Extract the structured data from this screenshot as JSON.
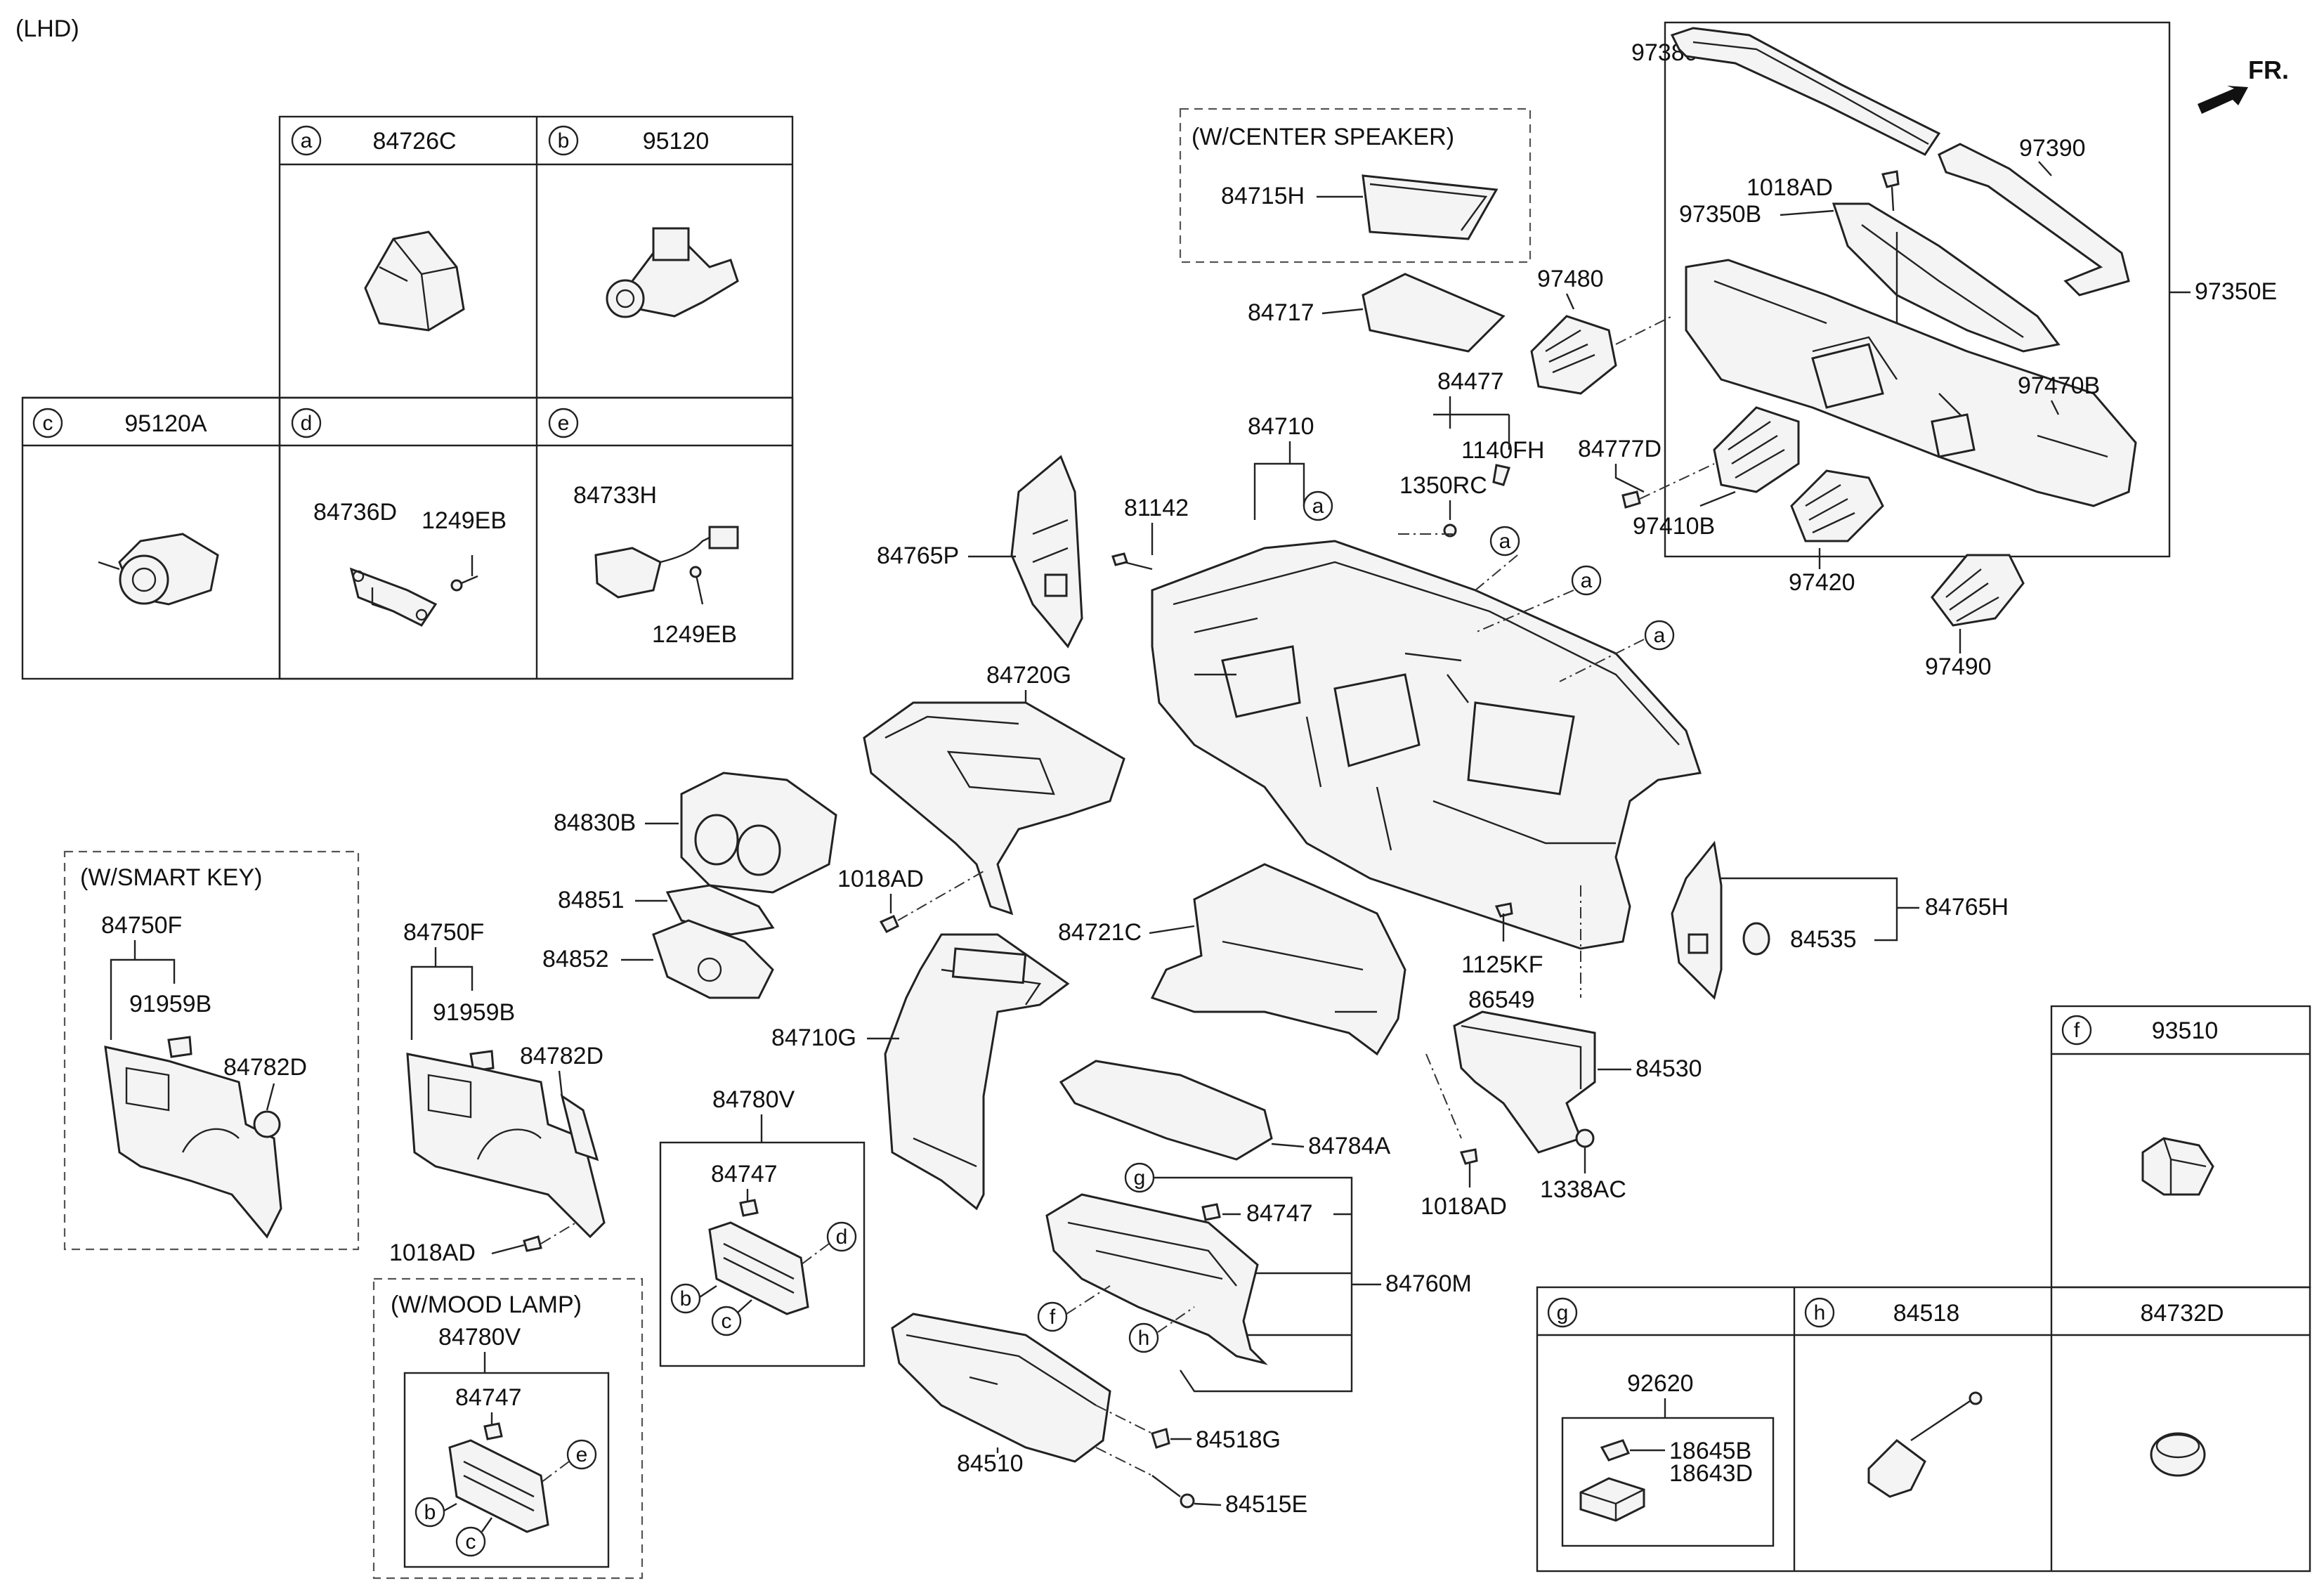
{
  "header": {
    "lhd": "(LHD)",
    "front": "FR."
  },
  "variants": {
    "center_speaker": "(W/CENTER SPEAKER)",
    "smart_key": "(W/SMART KEY)",
    "mood_lamp": "(W/MOOD LAMP)"
  },
  "callouts": {
    "a": "a",
    "b": "b",
    "c": "c",
    "d": "d",
    "e": "e",
    "f": "f",
    "g": "g",
    "h": "h"
  },
  "legend": {
    "a": "84726C",
    "b": "95120",
    "c": "95120A",
    "f": "93510",
    "h": "84518",
    "extra": "84732D"
  },
  "parts": {
    "p84736D": "84736D",
    "p1249EB": "1249EB",
    "p84733H": "84733H",
    "p92620": "92620",
    "p18645B": "18645B",
    "p18643D": "18643D",
    "p84715H": "84715H",
    "p84717": "84717",
    "p97380": "97380",
    "p97390": "97390",
    "p1018AD": "1018AD",
    "p97350B": "97350B",
    "p97350E": "97350E",
    "p97480": "97480",
    "p84477": "84477",
    "p1140FH": "1140FH",
    "p1350RC": "1350RC",
    "p84777D": "84777D",
    "p97470B": "97470B",
    "p97410B": "97410B",
    "p97420": "97420",
    "p97490": "97490",
    "p84710": "84710",
    "p81142": "81142",
    "p84765P": "84765P",
    "p84720G": "84720G",
    "p84830B": "84830B",
    "p84851": "84851",
    "p84852": "84852",
    "p84721C": "84721C",
    "p84710G": "84710G",
    "p84765H": "84765H",
    "p84535": "84535",
    "p1125KF": "1125KF",
    "p86549": "86549",
    "p84530": "84530",
    "p84784A": "84784A",
    "p1338AC": "1338AC",
    "p84750F": "84750F",
    "p91959B": "91959B",
    "p84782D": "84782D",
    "p84780V": "84780V",
    "p84747": "84747",
    "p84760M": "84760M",
    "p84510": "84510",
    "p84518G": "84518G",
    "p84515E": "84515E"
  }
}
